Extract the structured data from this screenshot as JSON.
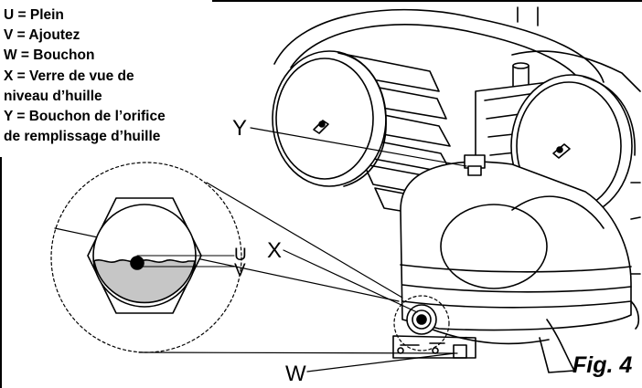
{
  "legend": {
    "items": [
      "U = Plein",
      "V = Ajoutez",
      "W = Bouchon",
      "X = Verre de vue de",
      "niveau d’huille",
      "Y = Bouchon de l’orifice",
      "de remplissage d’huille"
    ]
  },
  "callouts": {
    "y": "Y",
    "x": "X",
    "w": "W"
  },
  "gauge": {
    "u": "U",
    "v": "V"
  },
  "figure_label": "Fig. 4"
}
